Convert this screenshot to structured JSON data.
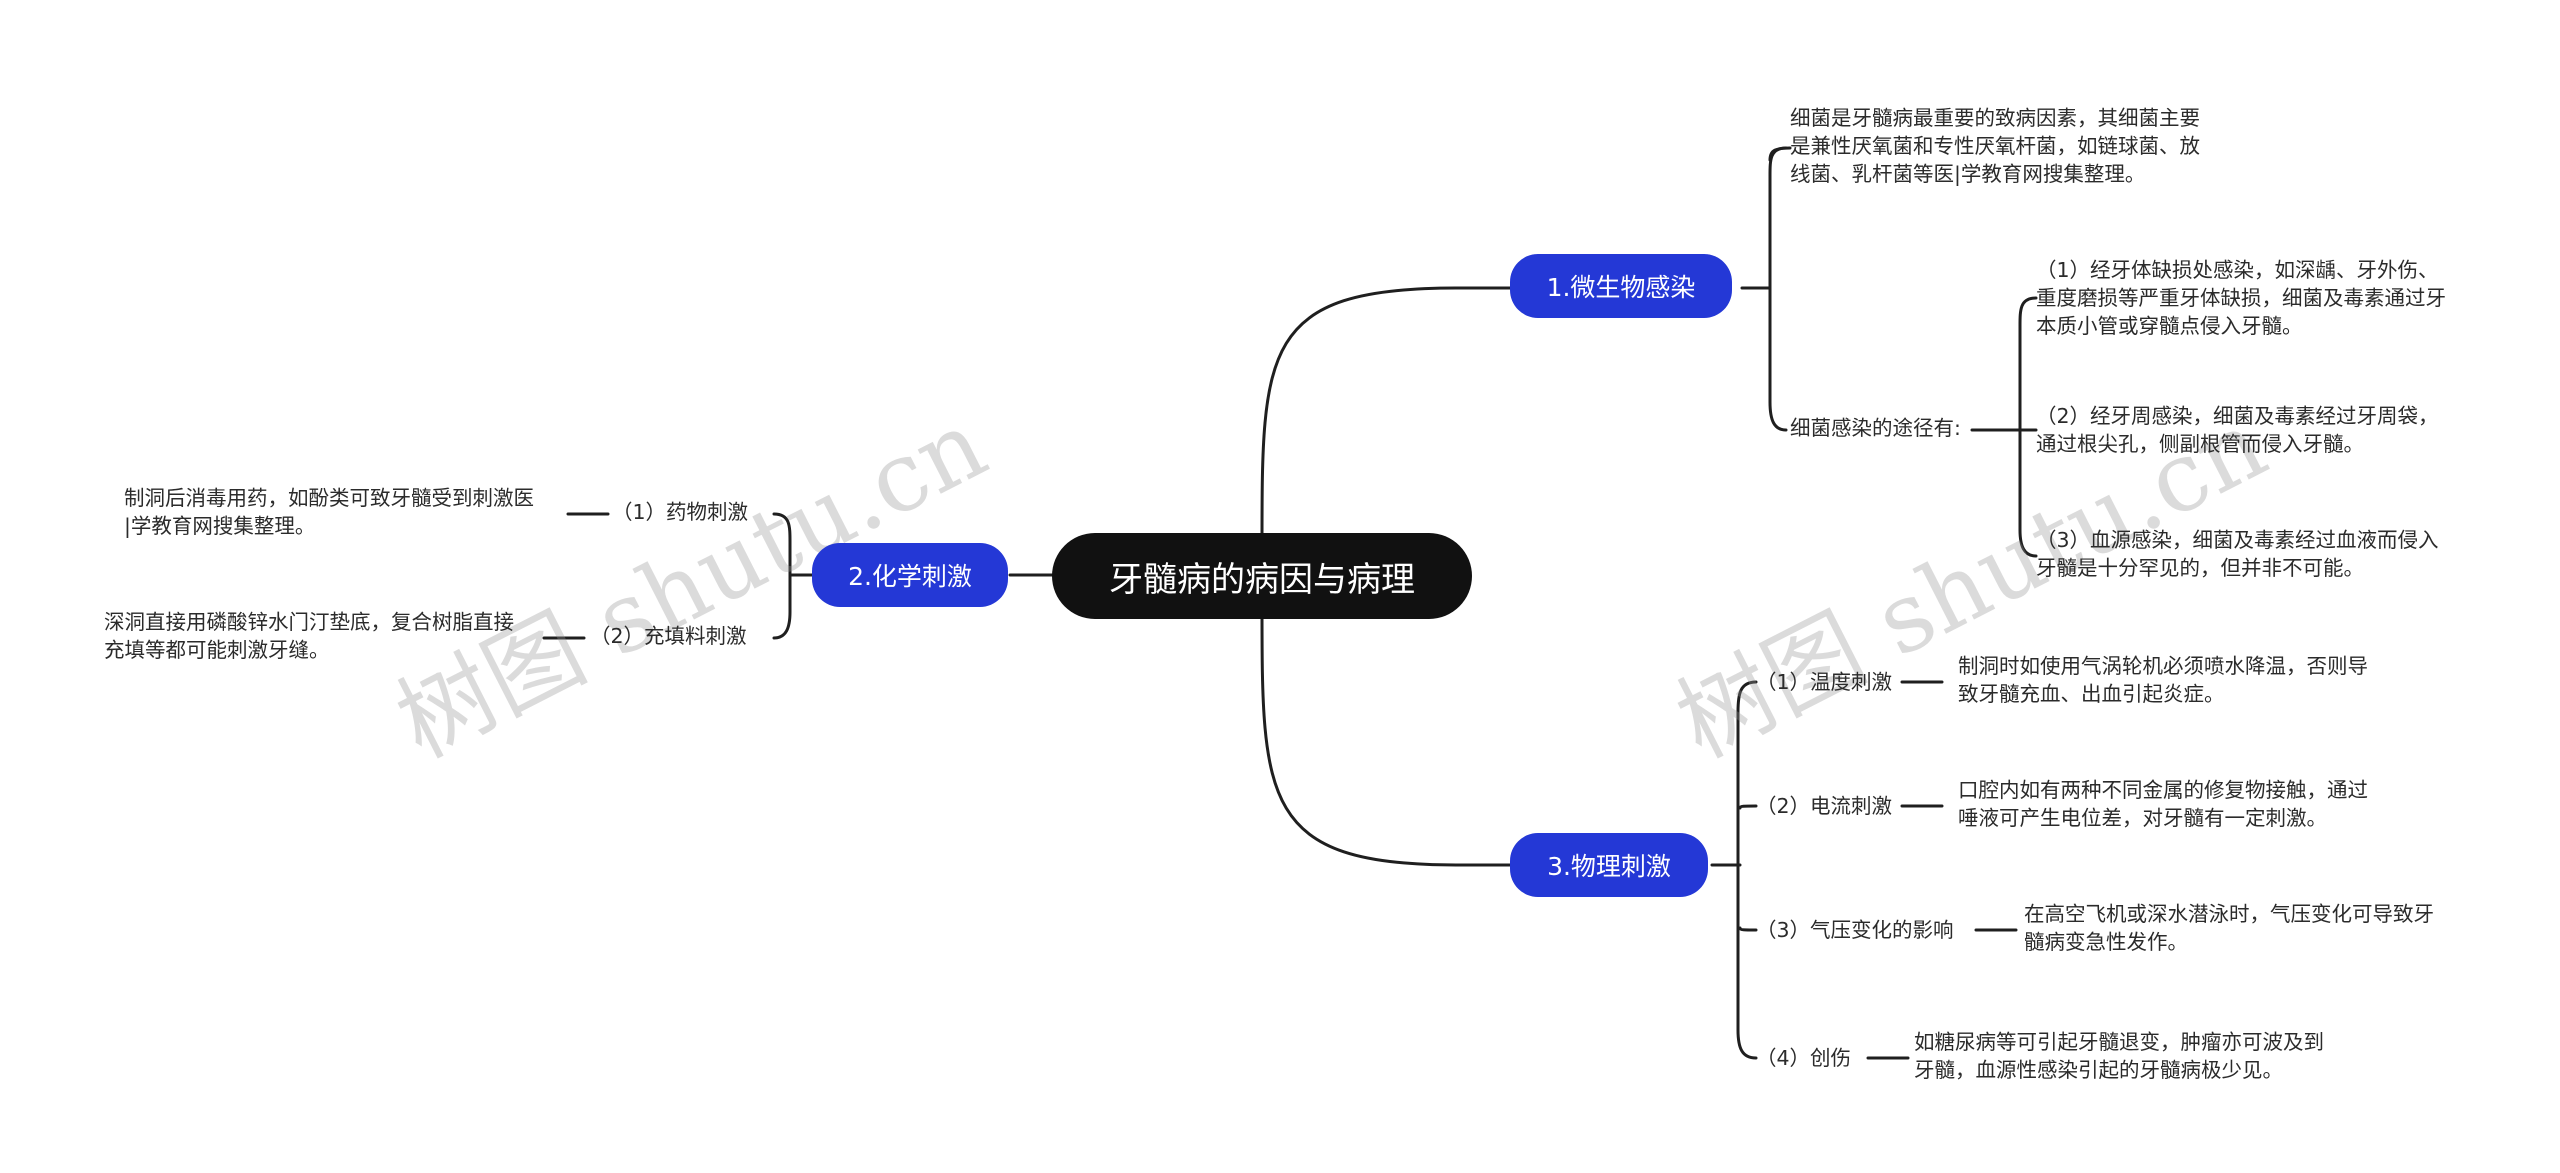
{
  "root": {
    "label": "牙髓病的病因与病理"
  },
  "colors": {
    "branch_fill": "#2438d6",
    "root_fill": "#111111",
    "line": "#1f1f1f",
    "text": "#2b2b2b",
    "watermark": "#969696"
  },
  "watermark": {
    "text": "树图 shutu.cn"
  },
  "branch1": {
    "label": "1.微生物感染",
    "cause_text": "细菌是牙髓病最重要的致病因素，其细菌主要\n是兼性厌氧菌和专性厌氧杆菌，如链球菌、放\n线菌、乳杆菌等医|学教育网搜集整理。",
    "route_label": "细菌感染的途径有:",
    "routes": [
      "（1）经牙体缺损处感染，如深龋、牙外伤、\n重度磨损等严重牙体缺损，细菌及毒素通过牙\n本质小管或穿髓点侵入牙髓。",
      "（2）经牙周感染，细菌及毒素经过牙周袋，\n通过根尖孔，侧副根管而侵入牙髓。",
      "（3）血源感染，细菌及毒素经过血液而侵入\n牙髓是十分罕见的，但并非不可能。"
    ]
  },
  "branch2": {
    "label": "2.化学刺激",
    "items": [
      {
        "label": "（1）药物刺激",
        "detail": "制洞后消毒用药，如酚类可致牙髓受到刺激医\n|学教育网搜集整理。"
      },
      {
        "label": "（2）充填料刺激",
        "detail": "深洞直接用磷酸锌水门汀垫底，复合树脂直接\n充填等都可能刺激牙缝。"
      }
    ]
  },
  "branch3": {
    "label": "3.物理刺激",
    "items": [
      {
        "label": "（1）温度刺激",
        "detail": "制洞时如使用气涡轮机必须喷水降温，否则导\n致牙髓充血、出血引起炎症。"
      },
      {
        "label": "（2）电流刺激",
        "detail": "口腔内如有两种不同金属的修复物接触，通过\n唾液可产生电位差，对牙髓有一定刺激。"
      },
      {
        "label": "（3）气压变化的影响",
        "detail": "在高空飞机或深水潜泳时，气压变化可导致牙\n髓病变急性发作。"
      },
      {
        "label": "（4）创伤",
        "detail": "如糖尿病等可引起牙髓退变，肿瘤亦可波及到\n牙髓，血源性感染引起的牙髓病极少见。"
      }
    ]
  }
}
